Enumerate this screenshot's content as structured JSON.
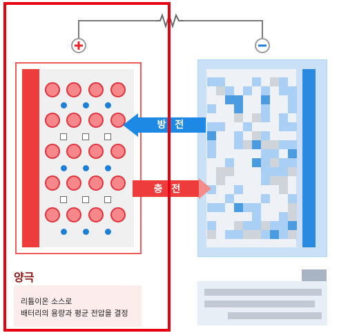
{
  "circuit": {
    "positive_symbol": "+",
    "negative_symbol": "−"
  },
  "arrows": {
    "discharge_label": "방 전",
    "charge_label": "충 전"
  },
  "cathode": {
    "title": "양극",
    "description_lines": [
      "리튬이온 소스로",
      "배터리의 용량과 평균 전압을 결정"
    ]
  },
  "colors": {
    "frame_red": "#e60012",
    "cathode_red": "#ee3b3b",
    "ion_blue": "#1e7fd8",
    "anode_blue": "#2a8ae0",
    "discharge_arrow": "#1e88e5",
    "charge_arrow": "#ee3b3b",
    "title_dark_red": "#8b1010"
  },
  "icons": [
    "plus-terminal-icon",
    "minus-terminal-icon",
    "resistor-icon",
    "discharge-arrow-icon",
    "charge-arrow-icon"
  ]
}
